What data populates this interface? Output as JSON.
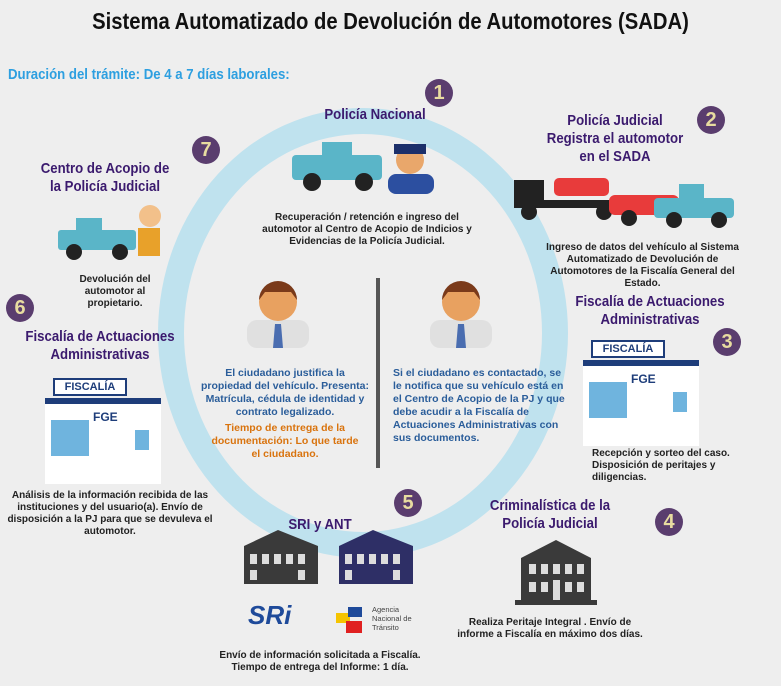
{
  "title": "Sistema Automatizado de Devolución de Automotores (SADA)",
  "duration": "Duración del trámite: De 4 a 7 días laborales:",
  "steps": [
    {
      "num": "1",
      "heading": "Policía Nacional",
      "text": "Recuperación / retención  e ingreso del automotor al Centro de Acopio de Indicios y Evidencias de la Policía Judicial."
    },
    {
      "num": "2",
      "heading": "Policía Judicial Registra el automotor en el SADA",
      "text": "Ingreso de  datos del  vehículo al  Sistema Automatizado de Devolución de Automotores de la Fiscalía General del Estado."
    },
    {
      "num": "3",
      "heading": "Fiscalía de Actuaciones Administrativas",
      "text": "Recepción y sorteo del caso. Disposición de peritajes y diligencias."
    },
    {
      "num": "4",
      "heading": "Criminalística  de la Policía Judicial",
      "text": "Realiza  Peritaje Integral . Envío de informe a Fiscalía en máximo dos días."
    },
    {
      "num": "5",
      "heading": "SRI  y  ANT",
      "text": "Envío de  información solicitada a  Fiscalía. Tiempo de entrega del Informe:  1 día."
    },
    {
      "num": "6",
      "heading": "Fiscalía de Actuaciones Administrativas",
      "text": "Análisis de la información recibida de las instituciones y del usuario(a). Envío de disposición a la PJ para que se devuleva el automotor."
    },
    {
      "num": "7",
      "heading": "Centro de Acopio de la Policía Judicial",
      "text": "Devolución del automotor al propietario."
    }
  ],
  "center_left": {
    "text": "El ciudadano justifica la propiedad del vehículo. Presenta: Matrícula, cédula de identidad y contrato legalizado.",
    "time": "Tiempo de entrega de la documentación: Lo que tarde el ciudadano."
  },
  "center_right": {
    "text": "Si el ciudadano es contactado, se le notifica que su vehículo está en el Centro de Acopio de la PJ y que debe acudir a la Fiscalía de Actuaciones Administrativas con sus documentos."
  },
  "fiscalia_sign": "FISCALÍA",
  "fge": "FGE",
  "sri_logo": "SRi",
  "ant_logo": "Agencia Nacional de Tránsito",
  "colors": {
    "ring": "#bfe2ee",
    "heading": "#3b1a6e",
    "badge": "#5a3d6e",
    "blue_text": "#2a5d9a",
    "orange_text": "#d9730d",
    "duration": "#2d9fe0"
  }
}
